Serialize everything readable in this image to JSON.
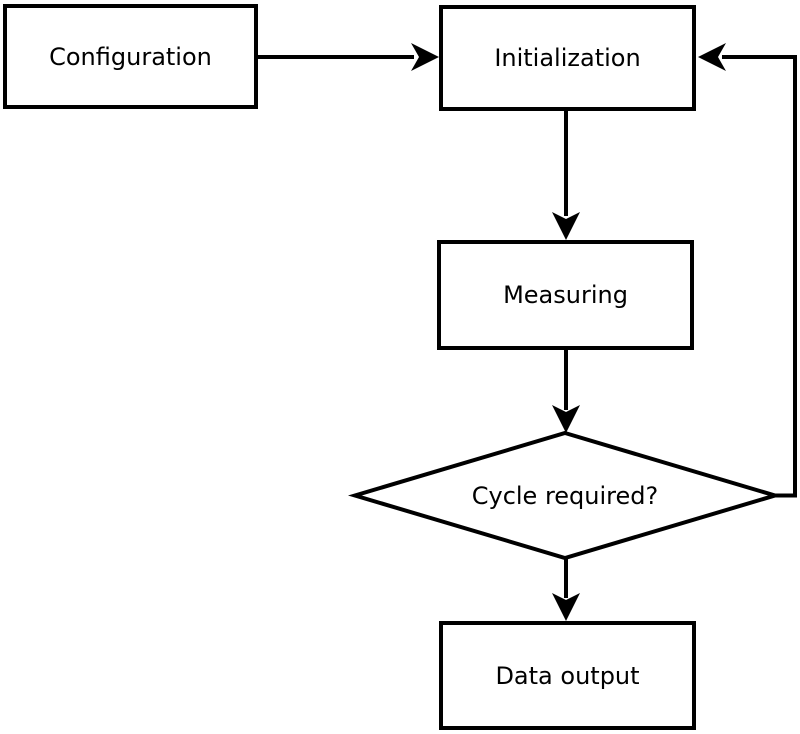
{
  "diagram": {
    "type": "flowchart",
    "background_color": "#ffffff",
    "line_color": "#000000",
    "nodes": {
      "configuration": {
        "label": "Configuration",
        "shape": "rectangle"
      },
      "initialization": {
        "label": "Initialization",
        "shape": "rectangle"
      },
      "measuring": {
        "label": "Measuring",
        "shape": "rectangle"
      },
      "cycle_required": {
        "label": "Cycle required?",
        "shape": "diamond"
      },
      "data_output": {
        "label": "Data output",
        "shape": "rectangle"
      }
    },
    "edges": [
      {
        "from": "configuration",
        "to": "initialization",
        "style": "arrow",
        "route": "right"
      },
      {
        "from": "initialization",
        "to": "measuring",
        "style": "arrow",
        "route": "down"
      },
      {
        "from": "measuring",
        "to": "cycle_required",
        "style": "arrow",
        "route": "down"
      },
      {
        "from": "cycle_required",
        "to": "data_output",
        "style": "arrow",
        "route": "down"
      },
      {
        "from": "cycle_required",
        "to": "initialization",
        "style": "arrow",
        "route": "right-up-left-loop"
      }
    ]
  }
}
